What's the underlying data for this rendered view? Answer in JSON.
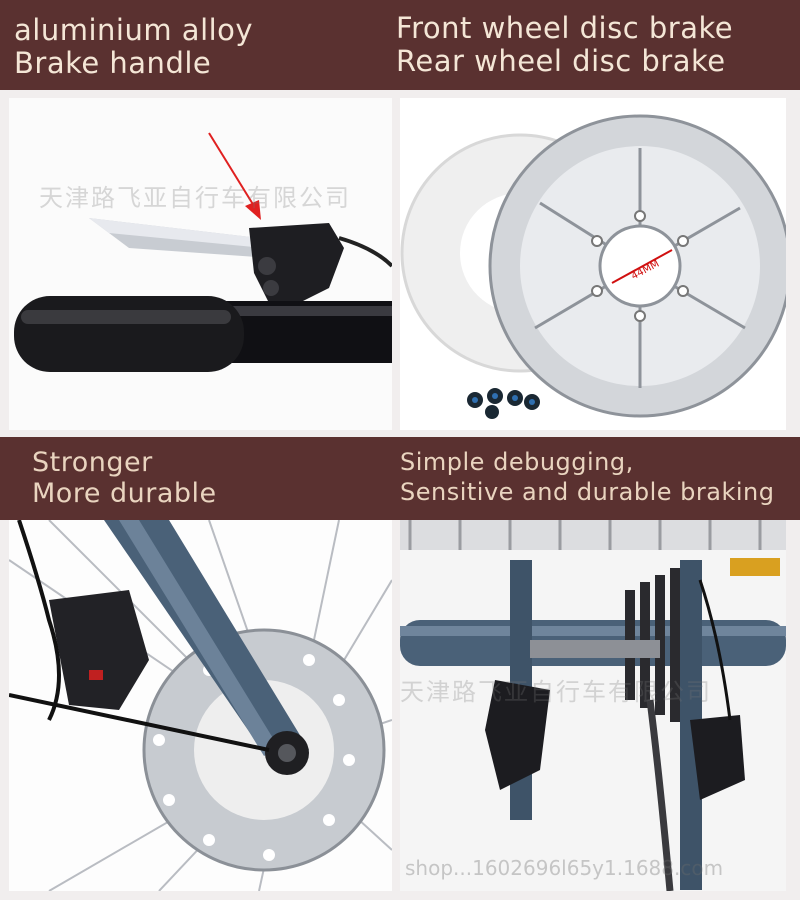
{
  "top_left_caption": {
    "line1": "aluminium alloy",
    "line2": "Brake handle"
  },
  "top_right_caption": {
    "line1": "Front wheel disc brake",
    "line2": "Rear wheel disc brake"
  },
  "mid_left_caption": {
    "line1": "Stronger",
    "line2": "More durable"
  },
  "mid_right_caption": {
    "line1": "Simple debugging,",
    "line2": "Sensitive and durable braking"
  },
  "rotor_label": "44MM",
  "watermarks": {
    "company": "天津路飞亚自行车有限公司",
    "url": "shop...1602696l65y1.1688.com"
  },
  "colors": {
    "band": "#5a3130",
    "caption": "#f4e6d6",
    "frame_blue": "#4a6178",
    "arrow": "#e02020"
  }
}
